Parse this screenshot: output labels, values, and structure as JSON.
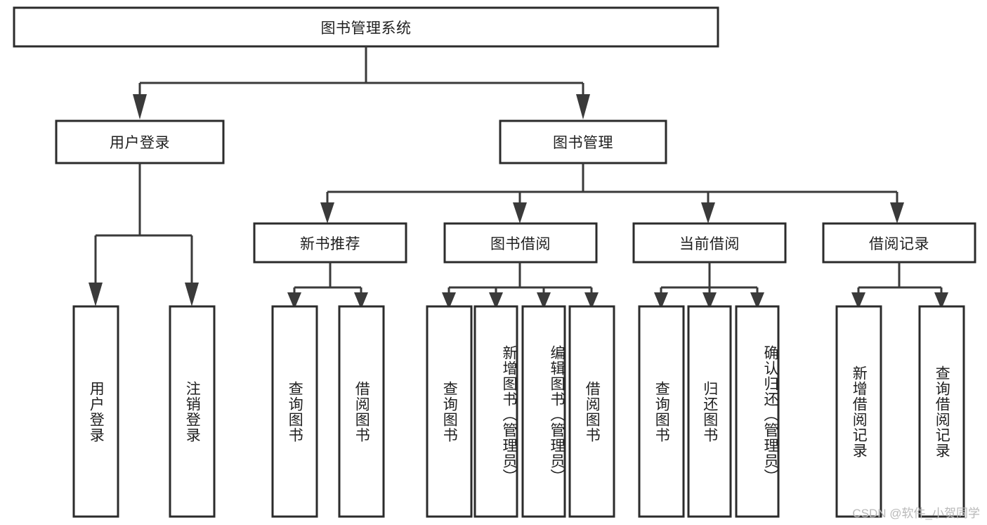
{
  "diagram": {
    "type": "tree-hierarchy-chart",
    "title": "图书管理系统",
    "watermark": "CSDN @软件_小贺同学",
    "colors": {
      "box_stroke": "#2b2b2b",
      "connector": "#3a3a3a",
      "box_fill": "#ffffff",
      "background": "#ffffff",
      "text": "#1f1f1f",
      "watermark": "#b9b9b9"
    },
    "levels": {
      "root": {
        "label": "图书管理系统"
      },
      "level2": [
        {
          "label": "用户登录"
        },
        {
          "label": "图书管理"
        }
      ],
      "level3": [
        {
          "label": "新书推荐"
        },
        {
          "label": "图书借阅"
        },
        {
          "label": "当前借阅"
        },
        {
          "label": "借阅记录"
        }
      ],
      "leaves_user_login": [
        {
          "label": "用户登录"
        },
        {
          "label": "注销登录"
        }
      ],
      "leaves_new_book": [
        {
          "label": "查询图书"
        },
        {
          "label": "借阅图书"
        }
      ],
      "leaves_borrow": [
        {
          "label": "查询图书"
        },
        {
          "label": "新增图书（管理员）"
        },
        {
          "label": "编辑图书（管理员）"
        },
        {
          "label": "借阅图书"
        }
      ],
      "leaves_current": [
        {
          "label": "查询图书"
        },
        {
          "label": "归还图书"
        },
        {
          "label": "确认归还（管理员）"
        }
      ],
      "leaves_record": [
        {
          "label": "新增借阅记录"
        },
        {
          "label": "查询借阅记录"
        }
      ]
    }
  }
}
